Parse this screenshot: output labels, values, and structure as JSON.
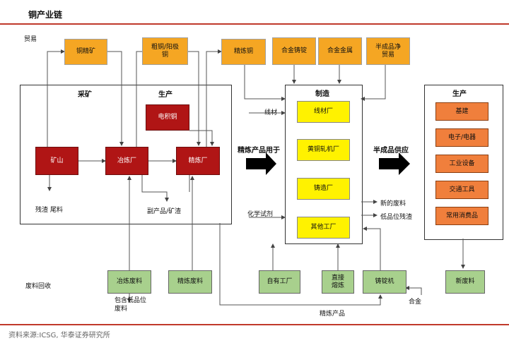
{
  "title": "铜产业链",
  "source": "资料来源:ICSG, 华泰证券研究所",
  "labels": {
    "trade": "贸易",
    "mining": "采矿",
    "production": "生产",
    "manufacturing": "制造",
    "production_right": "生产",
    "waste_recycling": "废料回收",
    "slag_tailings": "残渣 尾料",
    "byproducts": "副产品/矿渣",
    "refined_for": "精炼产品用于",
    "wire_input": "线材",
    "chemical_reagents": "化学试剂",
    "semi_supply": "半成品供应",
    "new_scrap": "新的废料",
    "low_grade_slag": "低品位残渣",
    "contains_low_grade": "包含低品位\n废料",
    "refined_products": "精炼产品",
    "alloy": "合金"
  },
  "trade_boxes": {
    "concentrate": "铜精矿",
    "blister_anode": "粗铜/阳极\n铜",
    "refined_copper": "精炼铜",
    "alloy_ingot": "合金铸锭",
    "alloy_metal": "合金金属",
    "semi_net_trade": "半成品净\n贸易"
  },
  "mine_boxes": {
    "electrowon": "电积铜",
    "mine": "矿山",
    "smelter": "冶炼厂",
    "refinery": "精炼厂"
  },
  "fab_boxes": {
    "wire_mill": "线材厂",
    "brass_mill": "黄铜轧机厂",
    "foundry": "铸造厂",
    "other": "其他工厂"
  },
  "end_uses": [
    "基建",
    "电子/电器",
    "工业设备",
    "交通工具",
    "常用消费品"
  ],
  "waste_boxes": {
    "smelter_waste": "冶炼废料",
    "refinery_waste": "精炼废料",
    "own_plant": "自有工厂",
    "direct_melt": "直接\n熔炼",
    "ingot_maker": "铸锭机",
    "new_scrap_box": "新废料"
  }
}
